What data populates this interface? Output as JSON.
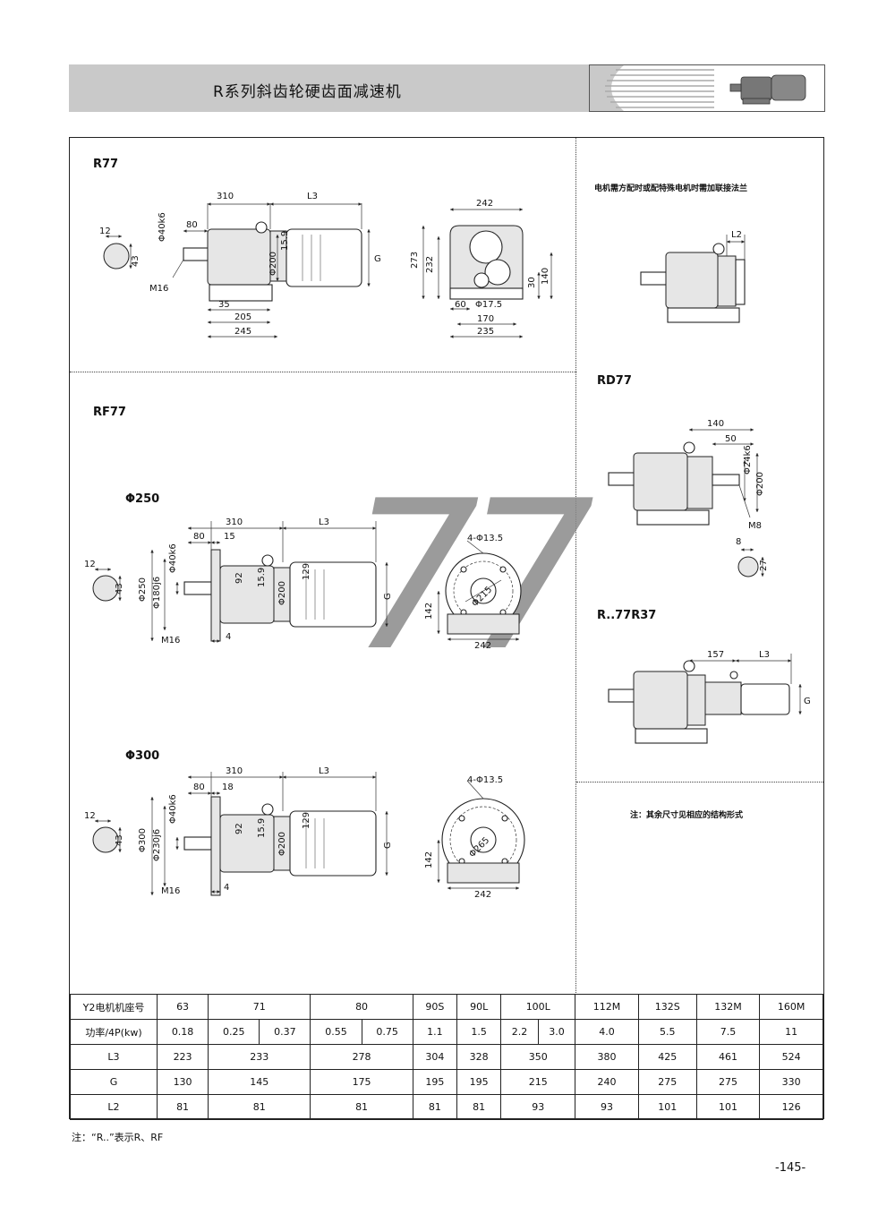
{
  "header": {
    "title": "R系列斜齿轮硬齿面减速机"
  },
  "sections": {
    "r77": "R77",
    "rf77": "RF77",
    "phi250": "Φ250",
    "phi300": "Φ300",
    "rd77": "RD77",
    "r77r37": "R..77R37"
  },
  "notes": {
    "motor_flange": "电机需方配时或配特殊电机时需加联接法兰",
    "other_dims": "注：其余尺寸见相应的结构形式",
    "footer": "注：“R..”表示R、RF"
  },
  "watermark": "77",
  "dims": {
    "r77_side": [
      "310",
      "L3",
      "80",
      "Φ40k6",
      "15.9",
      "Φ200",
      "G",
      "M16",
      "35",
      "205",
      "245"
    ],
    "r77_key": [
      "12",
      "43"
    ],
    "r77_end": [
      "242",
      "273",
      "232",
      "30",
      "140",
      "60",
      "Φ17.5",
      "170",
      "235"
    ],
    "r77_flange": [
      "L2"
    ],
    "rf250_side": [
      "310",
      "L3",
      "80",
      "15",
      "Φ40k6",
      "Φ180j6",
      "Φ250",
      "92",
      "15.9",
      "Φ200",
      "129",
      "G",
      "M16",
      "4"
    ],
    "rf250_key": [
      "12",
      "43"
    ],
    "rf250_end": [
      "4-Φ13.5",
      "Φ215",
      "142",
      "242"
    ],
    "rf300_side": [
      "310",
      "L3",
      "80",
      "18",
      "Φ40k6",
      "Φ230j6",
      "Φ300",
      "92",
      "15.9",
      "Φ200",
      "129",
      "G",
      "M16",
      "4"
    ],
    "rf300_key": [
      "12",
      "43"
    ],
    "rf300_end": [
      "4-Φ13.5",
      "Φ265",
      "142",
      "242"
    ],
    "rd77": [
      "140",
      "50",
      "Φ24k6",
      "Φ200",
      "M8"
    ],
    "rd77_key": [
      "8",
      "27"
    ],
    "r77r37": [
      "157",
      "L3",
      "G"
    ]
  },
  "table": {
    "rows": [
      {
        "label": "Y2电机机座号",
        "cells": [
          {
            "v": "63",
            "span": 1
          },
          {
            "v": "71",
            "span": 2
          },
          {
            "v": "80",
            "span": 2
          },
          {
            "v": "90S",
            "span": 1
          },
          {
            "v": "90L",
            "span": 1
          },
          {
            "v": "100L",
            "span": 2
          },
          {
            "v": "112M",
            "span": 1
          },
          {
            "v": "132S",
            "span": 1
          },
          {
            "v": "132M",
            "span": 1
          },
          {
            "v": "160M",
            "span": 1
          }
        ]
      },
      {
        "label": "功率/4P(kw)",
        "cells": [
          {
            "v": "0.18",
            "span": 1
          },
          {
            "v": "0.25",
            "span": 1
          },
          {
            "v": "0.37",
            "span": 1
          },
          {
            "v": "0.55",
            "span": 1
          },
          {
            "v": "0.75",
            "span": 1
          },
          {
            "v": "1.1",
            "span": 1
          },
          {
            "v": "1.5",
            "span": 1
          },
          {
            "v": "2.2",
            "span": 1
          },
          {
            "v": "3.0",
            "span": 1
          },
          {
            "v": "4.0",
            "span": 1
          },
          {
            "v": "5.5",
            "span": 1
          },
          {
            "v": "7.5",
            "span": 1
          },
          {
            "v": "11",
            "span": 1
          }
        ]
      },
      {
        "label": "L3",
        "cells": [
          {
            "v": "223",
            "span": 1
          },
          {
            "v": "233",
            "span": 2
          },
          {
            "v": "278",
            "span": 2
          },
          {
            "v": "304",
            "span": 1
          },
          {
            "v": "328",
            "span": 1
          },
          {
            "v": "350",
            "span": 2
          },
          {
            "v": "380",
            "span": 1
          },
          {
            "v": "425",
            "span": 1
          },
          {
            "v": "461",
            "span": 1
          },
          {
            "v": "524",
            "span": 1
          }
        ]
      },
      {
        "label": "G",
        "cells": [
          {
            "v": "130",
            "span": 1
          },
          {
            "v": "145",
            "span": 2
          },
          {
            "v": "175",
            "span": 2
          },
          {
            "v": "195",
            "span": 1
          },
          {
            "v": "195",
            "span": 1
          },
          {
            "v": "215",
            "span": 2
          },
          {
            "v": "240",
            "span": 1
          },
          {
            "v": "275",
            "span": 1
          },
          {
            "v": "275",
            "span": 1
          },
          {
            "v": "330",
            "span": 1
          }
        ]
      },
      {
        "label": "L2",
        "cells": [
          {
            "v": "81",
            "span": 1
          },
          {
            "v": "81",
            "span": 2
          },
          {
            "v": "81",
            "span": 2
          },
          {
            "v": "81",
            "span": 1
          },
          {
            "v": "81",
            "span": 1
          },
          {
            "v": "93",
            "span": 2
          },
          {
            "v": "93",
            "span": 1
          },
          {
            "v": "101",
            "span": 1
          },
          {
            "v": "101",
            "span": 1
          },
          {
            "v": "126",
            "span": 1
          }
        ]
      }
    ]
  },
  "page_number": "-145-"
}
